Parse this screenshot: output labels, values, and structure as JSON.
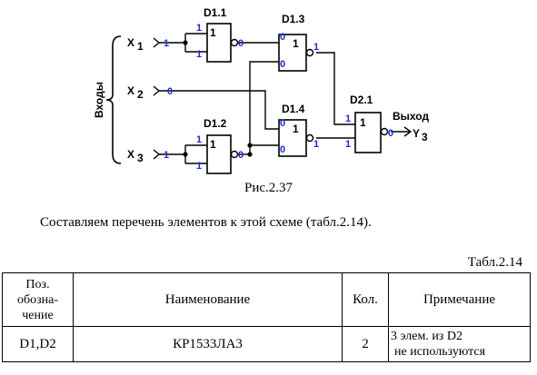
{
  "diagram": {
    "side_label": "Входы",
    "output_label": "Выход",
    "inputs": [
      {
        "name": "X",
        "sub": "1"
      },
      {
        "name": "X",
        "sub": "2"
      },
      {
        "name": "X",
        "sub": "3"
      }
    ],
    "output": {
      "name": "Y",
      "sub": "3"
    },
    "gates": [
      {
        "label": "D1.1",
        "symbol": "1"
      },
      {
        "label": "D1.2",
        "symbol": "1"
      },
      {
        "label": "D1.3",
        "symbol": "1"
      },
      {
        "label": "D1.4",
        "symbol": "1"
      },
      {
        "label": "D2.1",
        "symbol": "1"
      }
    ],
    "logic_values": {
      "x1_in": "1",
      "d11_a": "1",
      "d11_b": "1",
      "d11_out": "0",
      "x2_in": "0",
      "x3_in": "1",
      "d12_a": "1",
      "d12_b": "1",
      "d12_out": "0",
      "d13_a": "0",
      "d13_b": "0",
      "d13_out": "1",
      "d14_a": "0",
      "d14_b": "0",
      "d14_out": "1",
      "d21_a": "1",
      "d21_b": "1",
      "d21_out": "0"
    },
    "colors": {
      "logic": "#1a2ecc",
      "lines": "#000000",
      "background": "#ffffff"
    }
  },
  "caption": "Рис.2.37",
  "paragraph": "Составляем перечень элементов к этой схеме (табл.2.14).",
  "table_label": "Табл.2.14",
  "table": {
    "headers": {
      "pos_lines": [
        "Поз.",
        "обозна-",
        "чение"
      ],
      "name": "Наименование",
      "qty": "Кол.",
      "note": "Примечание"
    },
    "rows": [
      {
        "pos": "D1,D2",
        "name": "КР1533ЛА3",
        "qty": "2",
        "note_lines": [
          "3 элем. из D2",
          "не используются"
        ]
      }
    ]
  }
}
